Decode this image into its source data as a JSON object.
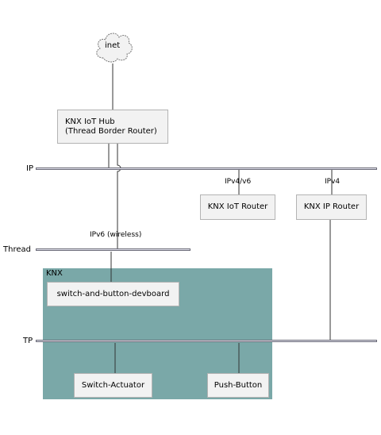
{
  "cloud": {
    "label": "inet"
  },
  "hub": {
    "line1": "KNX IoT Hub",
    "line2": "(Thread Border Router)"
  },
  "buses": {
    "ip": {
      "label": "IP"
    },
    "thread": {
      "label": "Thread"
    },
    "tp": {
      "label": "TP"
    }
  },
  "links": {
    "ipv4v6": "IPv4/v6",
    "ipv4": "IPv4",
    "ipv6_wireless": "IPv6 (wireless)"
  },
  "routers": {
    "iot": "KNX IoT Router",
    "ip": "KNX IP Router"
  },
  "knx": {
    "label": "KNX",
    "devboard": "switch-and-button-devboard",
    "switch_actuator": "Switch-Actuator",
    "push_button": "Push-Button"
  },
  "colors": {
    "knx_area": "#7aa8a8",
    "node_fill": "#f2f2f2",
    "bus_fill": "#e3e3ee",
    "line": "#333333"
  }
}
